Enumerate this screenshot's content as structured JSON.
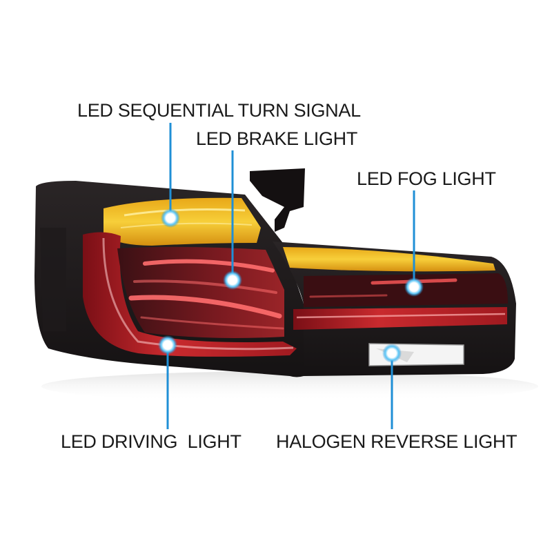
{
  "callouts": {
    "turn_signal": "LED SEQUENTIAL TURN SIGNAL",
    "brake_light": "LED BRAKE LIGHT",
    "fog_light": "LED FOG LIGHT",
    "driving_light": "LED DRIVING  LIGHT",
    "reverse_light": "HALOGEN REVERSE LIGHT"
  },
  "colors": {
    "leader_line": "#1f8fd6",
    "marker_glow": "#35b4f5",
    "housing": "#1c1718",
    "lens_red": "#c4262c",
    "lens_amber": "#f0b81a",
    "reverse_lens": "#f4f4f4"
  }
}
